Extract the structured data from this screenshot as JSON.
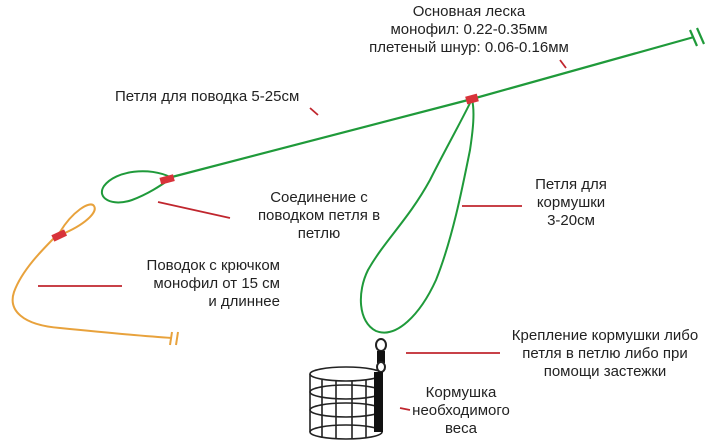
{
  "colors": {
    "main_line": "#1f9a3a",
    "leader": "#e8a23c",
    "knot": "#d8333a",
    "pointer": "#c0262e",
    "feeder": "#222222",
    "text": "#222222"
  },
  "labels": {
    "main_line": [
      "Основная леска",
      "монофил: 0.22-0.35мм",
      "плетеный шнур: 0.06-0.16мм"
    ],
    "leader_loop": [
      "Петля для поводка 5-25см"
    ],
    "connection": [
      "Соединение с",
      "поводком петля в",
      "петлю"
    ],
    "feeder_loop": [
      "Петля для",
      "кормушки",
      "3-20см"
    ],
    "leader": [
      "Поводок с крючком",
      "монофил от 15 см",
      "и длиннее"
    ],
    "feeder_mount": [
      "Крепление кормушки либо",
      "петля в петлю либо при",
      "помощи застежки"
    ],
    "feeder": [
      "Кормушка",
      "необходимого",
      "веса"
    ]
  }
}
